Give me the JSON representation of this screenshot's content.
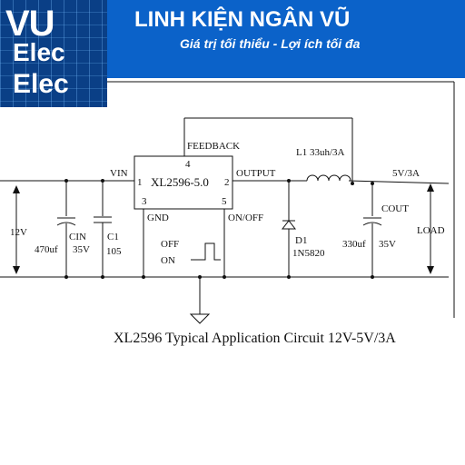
{
  "banner": {
    "logo_line1": "VU",
    "logo_line2": "Elec",
    "logo_line3": "Elec",
    "shop_name": "LINH KIỆN NGÂN VŨ",
    "slogan": "Giá trị tối thiểu - Lợi ích tối đa",
    "color": "#0b62c9"
  },
  "circuit": {
    "ic_part": "XL2596-5.0",
    "pin_feedback": "FEEDBACK",
    "pin4": "4",
    "pin_vin": "VIN",
    "pin1": "1",
    "pin2": "2",
    "pin_output": "OUTPUT",
    "pin5": "5",
    "pin_gnd": "GND",
    "pin3": "3",
    "pin_onoff": "ON/OFF",
    "l1_label": "L1 33uh/3A",
    "output_label": "5V/3A",
    "input_voltage": "12V",
    "cin_name": "CIN",
    "cin_value": "470uf",
    "cin_voltage": "35V",
    "c1_name": "C1",
    "c1_value": "105",
    "off_label": "OFF",
    "on_label": "ON",
    "d1_name": "D1",
    "d1_part": "1N5820",
    "cout_name": "COUT",
    "cout_value": "330uf",
    "cout_voltage": "35V",
    "load_label": "LOAD"
  },
  "caption": "XL2596 Typical Application Circuit 12V-5V/3A"
}
